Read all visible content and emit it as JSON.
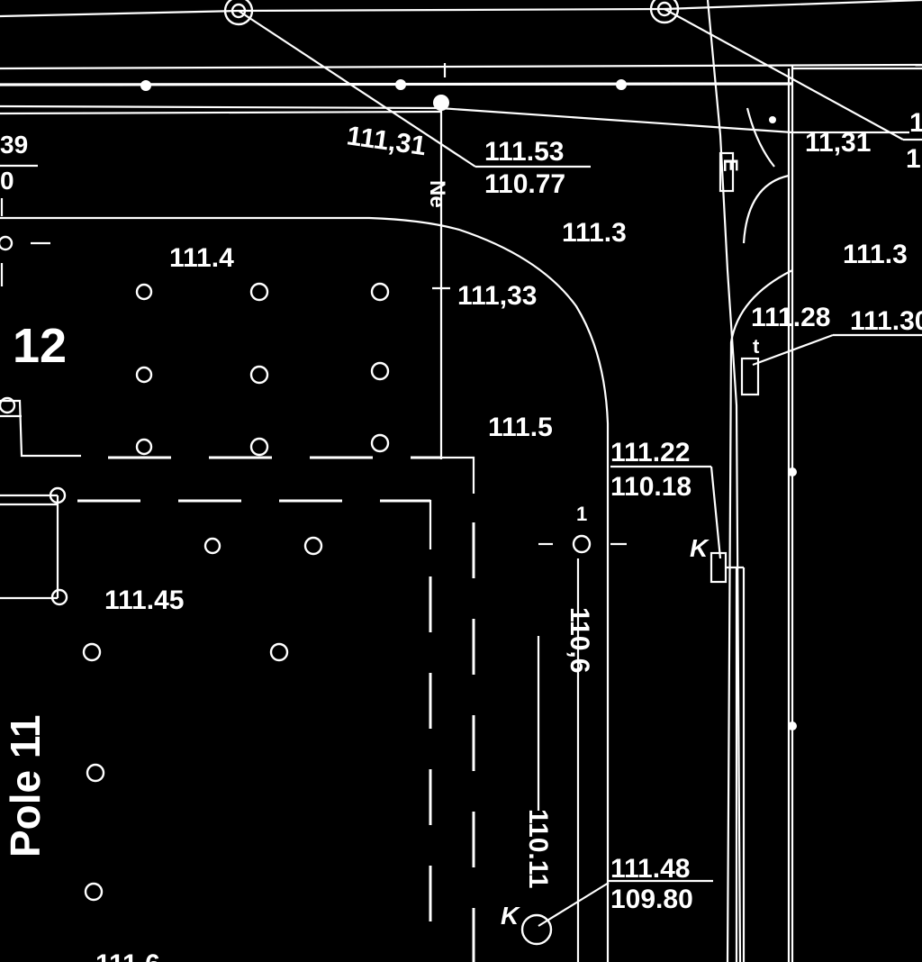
{
  "colors": {
    "background": "#000000",
    "ink": "#ffffff"
  },
  "plan": {
    "parcel_label": "12",
    "pole_label": "Pole 11",
    "elevations": [
      {
        "id": "e-111-31-left",
        "text": "111,31"
      },
      {
        "id": "e-111-53",
        "text": "111.53"
      },
      {
        "id": "e-110-77",
        "text": "110.77"
      },
      {
        "id": "e-111-3-center",
        "text": "111.3"
      },
      {
        "id": "e-111-31-right",
        "text": "11,31"
      },
      {
        "id": "e-edge-top-1",
        "text": "1"
      },
      {
        "id": "e-edge-top-2",
        "text": "1"
      },
      {
        "id": "e-111-3-right",
        "text": "111.3"
      },
      {
        "id": "e-111-4",
        "text": "111.4"
      },
      {
        "id": "e-111-33",
        "text": "111,33"
      },
      {
        "id": "e-111-28",
        "text": "111.28"
      },
      {
        "id": "e-111-30",
        "text": "111.30"
      },
      {
        "id": "e-111-5",
        "text": "111.5"
      },
      {
        "id": "e-111-22",
        "text": "111.22"
      },
      {
        "id": "e-110-18",
        "text": "110.18"
      },
      {
        "id": "e-111-45",
        "text": "111.45"
      },
      {
        "id": "e-110-6",
        "text": "110,6"
      },
      {
        "id": "e-110-11",
        "text": "110.11"
      },
      {
        "id": "e-111-48",
        "text": "111.48"
      },
      {
        "id": "e-109-80",
        "text": "109.80"
      },
      {
        "id": "e-left-39",
        "text": "39"
      },
      {
        "id": "e-left-0",
        "text": "0"
      },
      {
        "id": "e-bottom-cut",
        "text": "111.6"
      }
    ],
    "symbols": [
      {
        "id": "k-upper",
        "text": "K"
      },
      {
        "id": "k-lower",
        "text": "K"
      },
      {
        "id": "pipe-mark-ne",
        "text": "Ne"
      },
      {
        "id": "pipe-mark-e",
        "text": "E"
      },
      {
        "id": "manhole-mark-1",
        "text": "1"
      },
      {
        "id": "pole-mark-t",
        "text": "t"
      }
    ]
  }
}
